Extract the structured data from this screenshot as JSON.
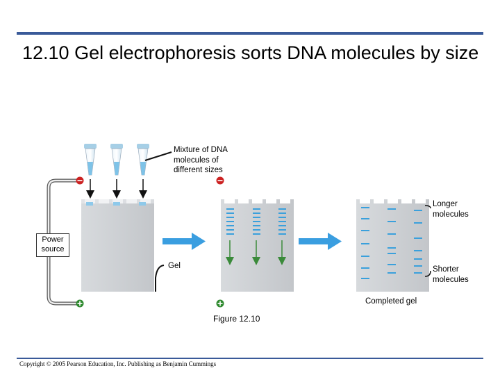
{
  "title": "12.10 Gel electrophoresis sorts DNA molecules by size",
  "labels": {
    "mixture": "Mixture of DNA\nmolecules of\ndifferent sizes",
    "power_source": "Power\nsource",
    "gel": "Gel",
    "longer": "Longer\nmolecules",
    "shorter": "Shorter\nmolecules",
    "completed": "Completed gel"
  },
  "electrodes": {
    "negative": "–",
    "positive": "+"
  },
  "figure_caption": "Figure 12.10",
  "copyright": "Copyright © 2005 Pearson Education, Inc. Publishing as Benjamin Cummings",
  "colors": {
    "rule": "#3a5a99",
    "gel_front": "#c9ccd0",
    "gel_side": "#e4e6e8",
    "band": "#3aa0dc",
    "arrow_blue": "#3a9ee0",
    "migration_arrow": "#3a8a3a",
    "negative_electrode": "#cc2222",
    "positive_electrode": "#2f8a2f"
  },
  "icons": [
    "pipette-icon",
    "negative-electrode-icon",
    "positive-electrode-icon",
    "right-arrow-icon"
  ]
}
